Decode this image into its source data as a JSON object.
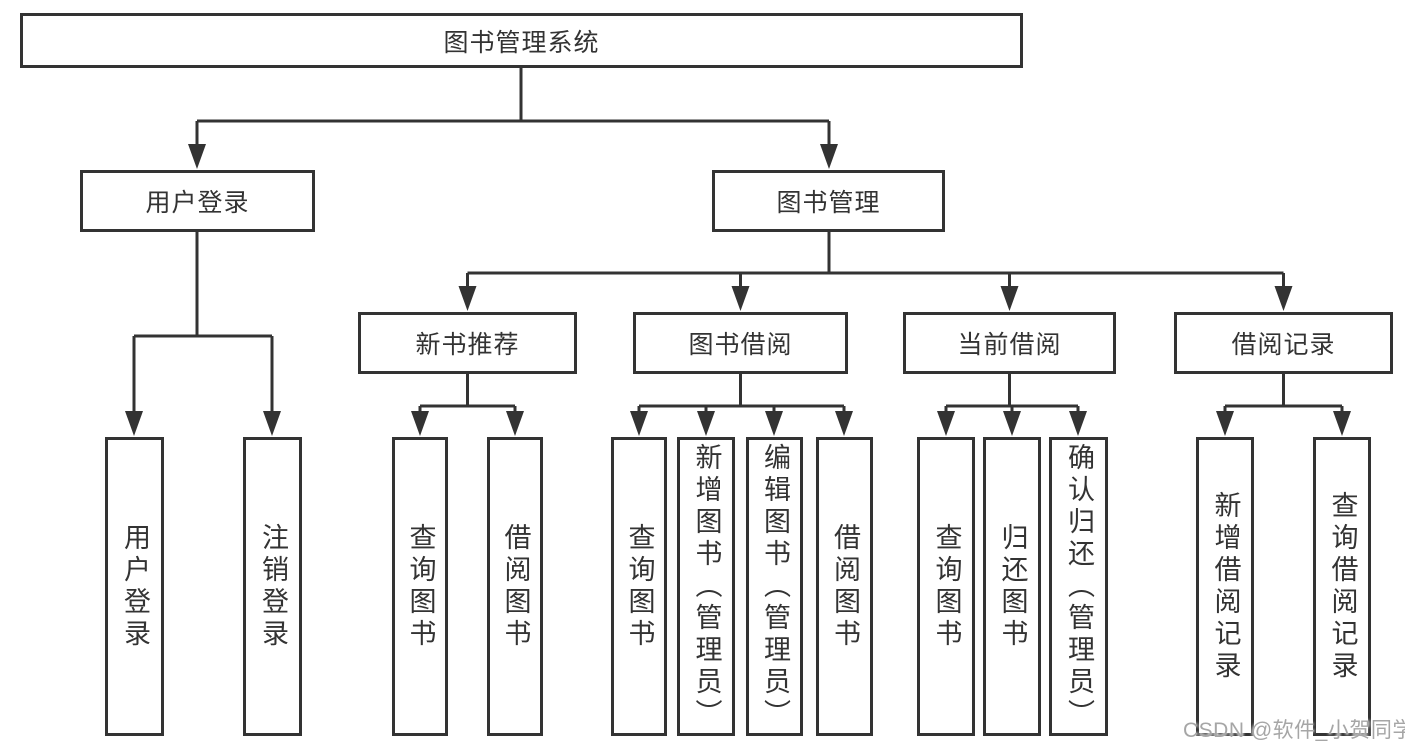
{
  "diagram_title": "图书管理系统",
  "nodes": {
    "root": {
      "label": "图书管理系统"
    },
    "level2": [
      {
        "label": "用户登录"
      },
      {
        "label": "图书管理"
      }
    ],
    "level3": [
      {
        "label": "新书推荐"
      },
      {
        "label": "图书借阅"
      },
      {
        "label": "当前借阅"
      },
      {
        "label": "借阅记录"
      }
    ],
    "leaves": {
      "user_login": [
        {
          "label": "用户登录"
        },
        {
          "label": "注销登录"
        }
      ],
      "new_book_recommend": [
        {
          "label": "查询图书"
        },
        {
          "label": "借阅图书"
        }
      ],
      "book_borrowing": [
        {
          "label": "查询图书"
        },
        {
          "label": "新增图书（管理员）"
        },
        {
          "label": "编辑图书（管理员）"
        },
        {
          "label": "借阅图书"
        }
      ],
      "current_borrowing": [
        {
          "label": "查询图书"
        },
        {
          "label": "归还图书"
        },
        {
          "label": "确认归还（管理员）"
        }
      ],
      "borrowing_records": [
        {
          "label": "新增借阅记录"
        },
        {
          "label": "查询借阅记录"
        }
      ]
    }
  },
  "watermark": "CSDN @软件_小贺同学",
  "colors": {
    "line": "#333333",
    "text": "#333333",
    "box_background": "#ffffff",
    "page_background": "#ffffff",
    "watermark": "#a6a6a6"
  }
}
